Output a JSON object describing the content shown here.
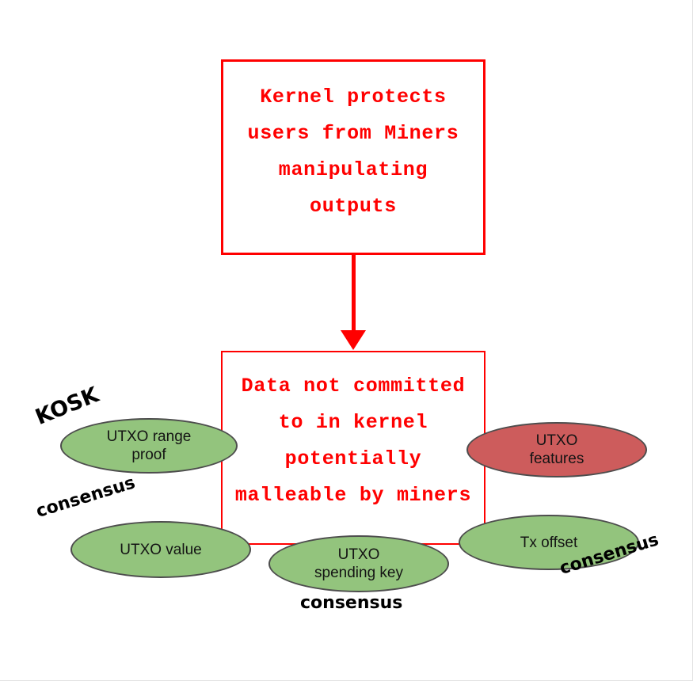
{
  "flow": {
    "top_box": {
      "lines": [
        "Kernel protects",
        "users from Miners",
        "manipulating",
        "outputs"
      ]
    },
    "bottom_box": {
      "lines": [
        "Data not committed",
        "to in kernel",
        "potentially",
        "malleable by miners"
      ]
    }
  },
  "nodes": [
    {
      "name": "utxo-range-proof",
      "label": "UTXO range\nproof",
      "fill": "#93c47d",
      "annotation": "KOSK"
    },
    {
      "name": "utxo-features",
      "label": "UTXO\nfeatures",
      "fill": "#cd5c5c",
      "annotation": ""
    },
    {
      "name": "utxo-value",
      "label": "UTXO value",
      "fill": "#93c47d",
      "annotation": "consensus"
    },
    {
      "name": "utxo-spending-key",
      "label": "UTXO\nspending key",
      "fill": "#93c47d",
      "annotation": "consensus"
    },
    {
      "name": "tx-offset",
      "label": "Tx offset",
      "fill": "#93c47d",
      "annotation": "consensus"
    }
  ],
  "colors": {
    "flow_stroke": "#ff0000",
    "flow_text": "#ff0000",
    "green_fill": "#93c47d",
    "red_fill": "#cd5c5c",
    "node_stroke": "#4d4d4d",
    "annotation_text": "#000000",
    "page_background": "#ffffff"
  }
}
